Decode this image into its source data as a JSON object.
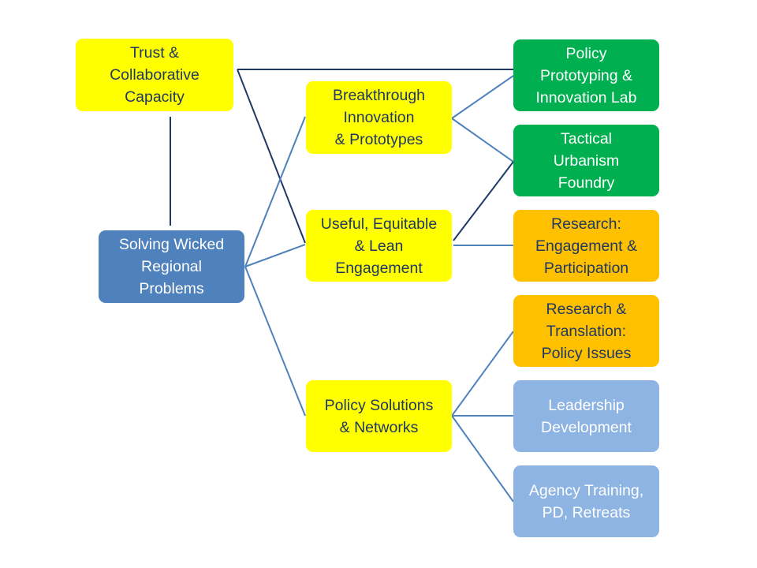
{
  "colors": {
    "yellow": "#ffff00",
    "green": "#00b050",
    "orange": "#ffc000",
    "blue": "#4f81bd",
    "light_blue": "#8eb4e3",
    "connector_dark": "#1f3864",
    "connector_light": "#4f81bd"
  },
  "nodes": {
    "trust": "Trust &\nCollaborative\nCapacity",
    "solving": "Solving Wicked\nRegional\nProblems",
    "breakthrough": "Breakthrough\nInnovation\n& Prototypes",
    "useful": "Useful, Equitable\n& Lean\nEngagement",
    "policy_solutions": "Policy Solutions\n& Networks",
    "policy_lab": "Policy\nPrototyping &\nInnovation Lab",
    "tactical": "Tactical\nUrbanism\nFoundry",
    "research_engagement": "Research:\nEngagement &\nParticipation",
    "research_translation": "Research &\nTranslation:\nPolicy Issues",
    "leadership": "Leadership\nDevelopment",
    "agency": "Agency Training,\nPD, Retreats"
  },
  "connections": [
    [
      "trust",
      "policy_lab"
    ],
    [
      "trust",
      "useful"
    ],
    [
      "trust",
      "solving"
    ],
    [
      "solving",
      "breakthrough"
    ],
    [
      "solving",
      "useful"
    ],
    [
      "solving",
      "policy_solutions"
    ],
    [
      "breakthrough",
      "policy_lab"
    ],
    [
      "breakthrough",
      "tactical"
    ],
    [
      "useful",
      "tactical"
    ],
    [
      "useful",
      "research_engagement"
    ],
    [
      "policy_solutions",
      "research_translation"
    ],
    [
      "policy_solutions",
      "leadership"
    ],
    [
      "policy_solutions",
      "agency"
    ]
  ]
}
